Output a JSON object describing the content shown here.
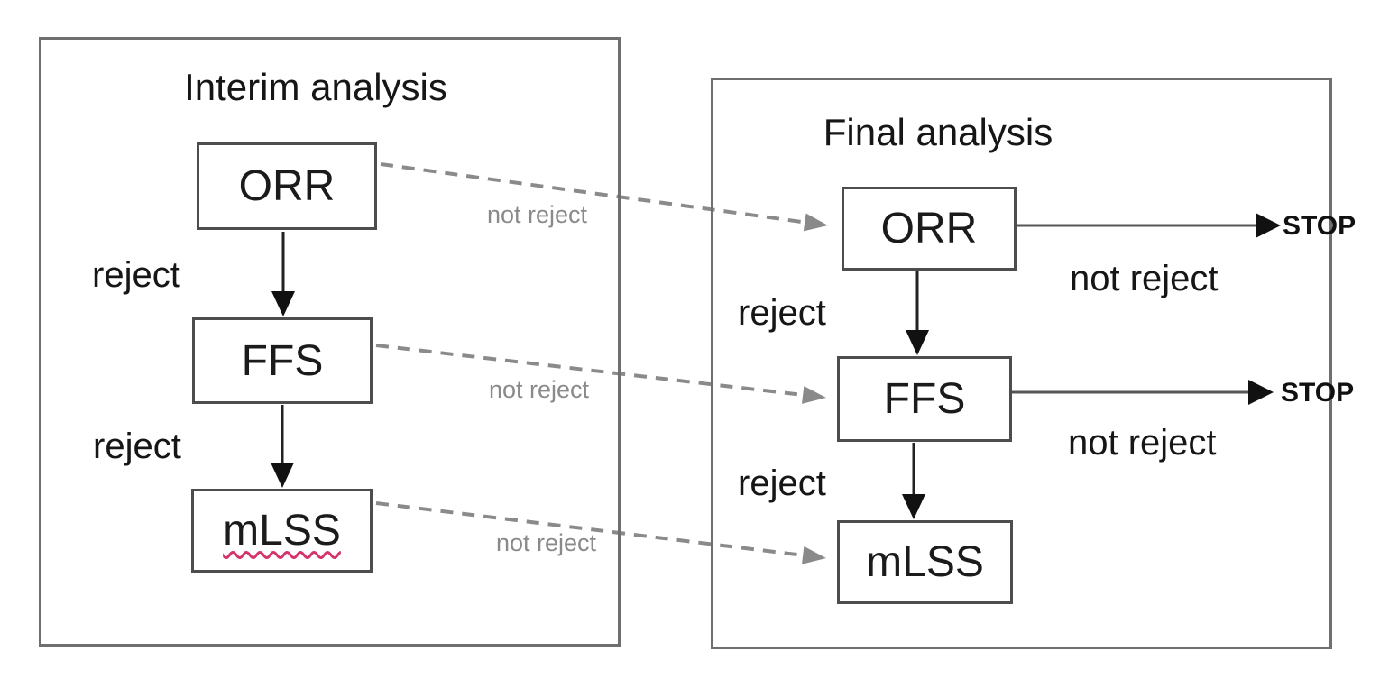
{
  "interim": {
    "title": "Interim analysis",
    "nodes": [
      "ORR",
      "FFS",
      "mLSS"
    ],
    "edge_labels": [
      "reject",
      "reject"
    ]
  },
  "final": {
    "title": "Final analysis",
    "nodes": [
      "ORR",
      "FFS",
      "mLSS"
    ],
    "edge_labels": [
      "reject",
      "reject"
    ],
    "not_reject_labels": [
      "not reject",
      "not reject"
    ],
    "stop_labels": [
      "STOP",
      "STOP"
    ]
  },
  "cross": {
    "labels": [
      "not reject",
      "not reject",
      "not reject"
    ]
  },
  "colors": {
    "panel_border": "#6f6f6f",
    "node_border": "#4d4d4d",
    "text": "#161616",
    "dashed_connector": "#8a8a8a",
    "gray_label": "#8a8a8a",
    "solid_arrow": "#3f3f3f",
    "squiggle": "#d6336c"
  }
}
